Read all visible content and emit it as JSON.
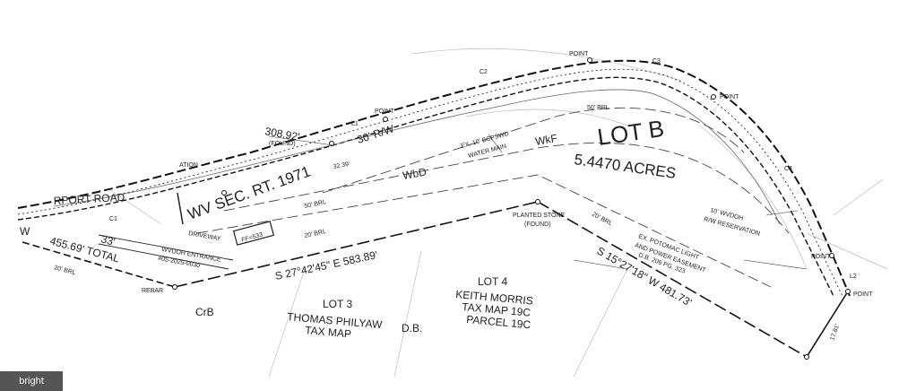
{
  "labels": {
    "lot": "LOT B",
    "acres": "5.4470 ACRES",
    "road": "RPORT ROAD",
    "route": "WV SEC. RT. 1971",
    "row30": "30' R/W",
    "wbd": "WbD",
    "wkf": "WkF",
    "crb": "CrB",
    "water1": "EX. 10' BCPSWD",
    "water2": "WATER MAIN",
    "brl50a": "50' BRL",
    "brl50b": "50' BRL",
    "brl20a": "20' BRL",
    "brl20b": "20' BRL",
    "brl20c": "20' BRL",
    "reservation1": "10' WVDOH",
    "reservation2": "R/W RESERVATION",
    "easement1": "EX. POTOMAC LIGHT",
    "easement2": "AND POWER EASEMENT",
    "easement3": "D.B. 206 PG. 323",
    "driveway": "DRIVEWAY",
    "entrance1": "WVDOH ENTRANCE",
    "entrance2": "#05-2025-0030",
    "box": "FF=533",
    "bearing1": "S 27°42'45\" E 583.89'",
    "bearing2": "S 15°27'18\" W 481.73'",
    "total": "455.69' TOTAL",
    "dist1": "308.92'",
    "dist2": "32.39'",
    "lot4a": "LOT 4",
    "lot4b": "KEITH MORRIS",
    "lot4c": "TAX MAP 19C",
    "lot4d": "PARCEL 19C",
    "lot4e": "D.B.",
    "lot3a": "LOT 3",
    "lot3b": "THOMAS PHILYAW",
    "lot3c": "TAX MAP",
    "c1": "C1",
    "c2": "C2",
    "c3": "C3",
    "c4": "C4",
    "l1": "L1",
    "l2": "L2",
    "point1": "POINT",
    "point2": "POINT",
    "point3": "POINT",
    "point4": "POINT",
    "point5": "POINT",
    "planted1": "PLANTED STONE",
    "planted2": "(FOUND)",
    "rebar": "REBAR",
    "found": "(FOUND)",
    "ation": "ATION",
    "w": "W",
    "d17": "17.81'",
    "d33": "33'"
  },
  "watermark": "bright"
}
